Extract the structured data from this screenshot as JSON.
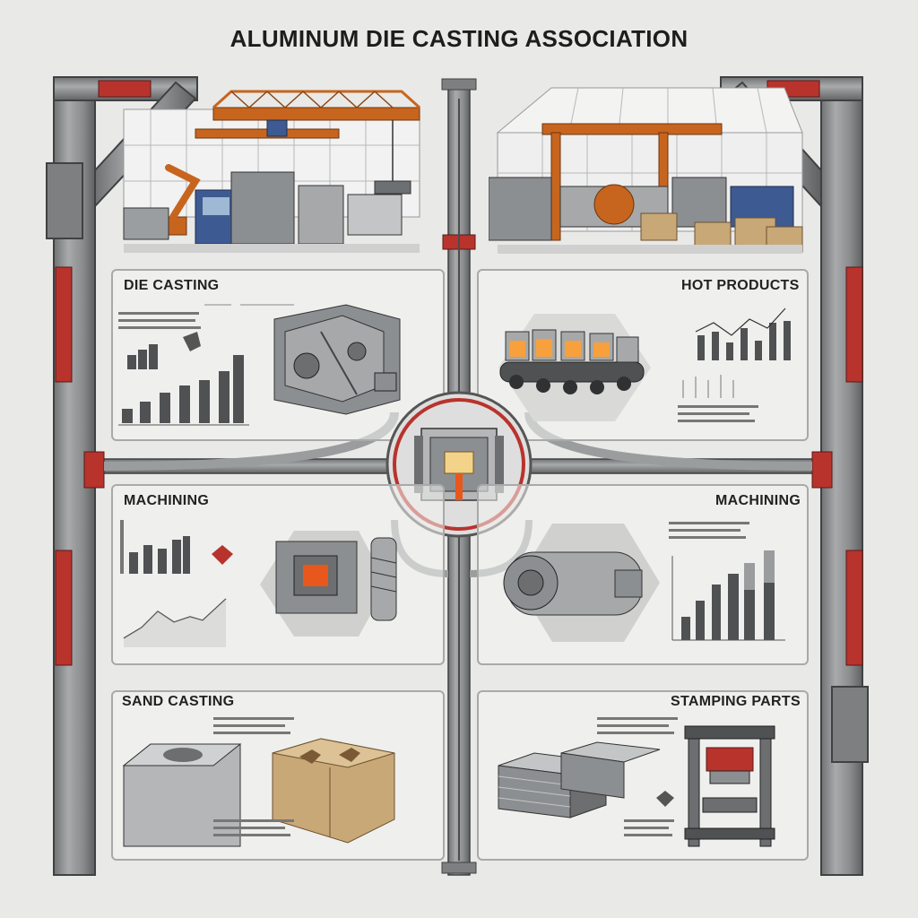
{
  "title": "ALUMINUM DIE CASTING ASSOCIATION",
  "sections": {
    "die_casting": "DIE CASTING",
    "hot_products": "HOT PRODUCTS",
    "machining_left": "MACHINING",
    "machining_right": "MACHINING",
    "sand_casting": "SAND CASTING",
    "stamping_parts": "STAMPING PARTS"
  },
  "colors": {
    "frame_steel": "#8e9092",
    "accent_red": "#b8332c",
    "factory_orange": "#c7651f",
    "machine_blue": "#3e5a92",
    "fire": "#e8571c"
  },
  "icons": [
    "crane",
    "robot-arm",
    "engine-block",
    "molten-cups-conveyor",
    "die-mold",
    "mold-block",
    "turbocharger",
    "sand-mold-blocks",
    "metal-sheets",
    "stamping-press"
  ]
}
